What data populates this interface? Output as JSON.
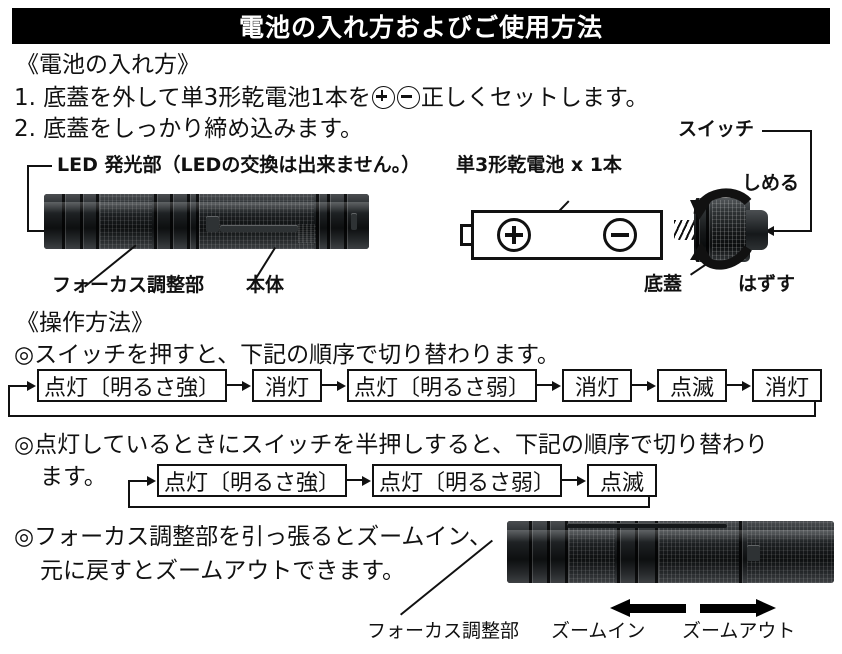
{
  "header": {
    "title": "電池の入れ方およびご使用方法"
  },
  "battery_section": {
    "heading": "《電池の入れ方》",
    "step1_pre": "1. 底蓋を外して単3形乾電池1本を",
    "step1_post": "正しくセットします。",
    "step1_symbol_plus": "plus-circle-icon",
    "step1_symbol_minus": "minus-circle-icon",
    "step2": "2. 底蓋をしっかり締め込みます。"
  },
  "torch_diagram": {
    "led_label": "LED 発光部（LEDの交換は出来ません。）",
    "focus_label": "フォーカス調整部",
    "body_label": "本体"
  },
  "battery_diagram": {
    "caption": "単3形乾電池 x 1本",
    "positive_terminal": "plus-terminal-icon",
    "negative_terminal": "minus-terminal-icon"
  },
  "switch_diagram": {
    "switch_label": "スイッチ",
    "tighten_label": "しめる",
    "cap_label": "底蓋",
    "remove_label": "はずす"
  },
  "operation": {
    "heading": "《操作方法》",
    "bullet1": "◎スイッチを押すと、下記の順序で切り替わります。",
    "sequence1": [
      "点灯〔明るさ強〕",
      "消灯",
      "点灯〔明るさ弱〕",
      "消灯",
      "点滅",
      "消灯"
    ],
    "bullet2_line1": "◎点灯しているときにスイッチを半押しすると、下記の順序で切り替わり",
    "bullet2_line2": "ます。",
    "sequence2": [
      "点灯〔明るさ強〕",
      "点灯〔明るさ弱〕",
      "点滅"
    ],
    "bullet3_line1": "◎フォーカス調整部を引っ張るとズームイン、",
    "bullet3_line2": "元に戻すとズームアウトできます。"
  },
  "zoom_diagram": {
    "focus_label": "フォーカス調整部",
    "zoom_in_label": "ズームイン",
    "zoom_out_label": "ズームアウト"
  },
  "colors": {
    "header_bg": "#000000",
    "header_text": "#ffffff",
    "ink": "#111111",
    "paper": "#ffffff"
  }
}
